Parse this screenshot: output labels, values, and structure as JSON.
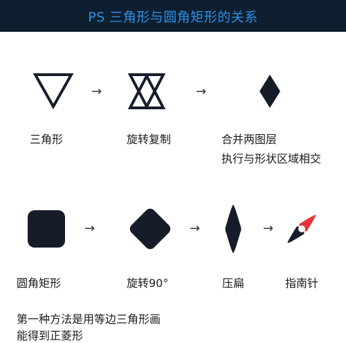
{
  "title": "PS 三角形与圆角矩形的关系",
  "arrow_glyph": "→",
  "colors": {
    "header_bg": "#0f1f30",
    "title": "#2d8fe8",
    "shape": "#161c2a",
    "needle_red": "#e8333a"
  },
  "row1": {
    "steps": [
      {
        "icon": "triangle-outline-icon",
        "label": "三角形"
      },
      {
        "icon": "hourglass-triangles-icon",
        "label": "旋转复制"
      },
      {
        "icon": "diamond-icon",
        "label_line1": "合并两图层",
        "label_line2": "执行与形状区域相交"
      }
    ]
  },
  "row2": {
    "steps": [
      {
        "icon": "rounded-square-icon",
        "label": "圆角矩形"
      },
      {
        "icon": "rotated-rounded-square-icon",
        "label": "旋转90°"
      },
      {
        "icon": "squashed-diamond-icon",
        "label": "压扁"
      },
      {
        "icon": "compass-needle-icon",
        "label": "指南针"
      }
    ]
  },
  "note": {
    "line1": "第一种方法是用等边三角形画",
    "line2": "能得到正菱形"
  }
}
